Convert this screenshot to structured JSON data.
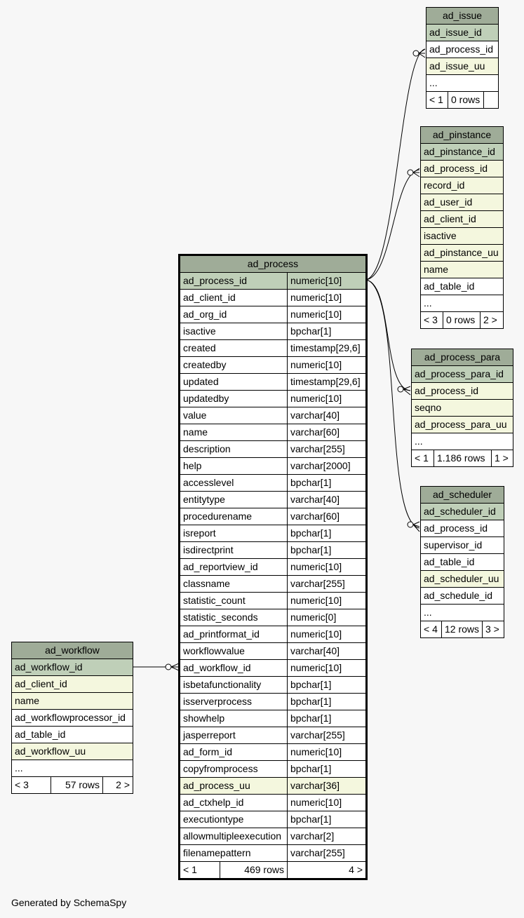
{
  "footer": "Generated by SchemaSpy",
  "tables": {
    "ad_issue": {
      "title": "ad_issue",
      "rows": [
        {
          "name": "ad_issue_id",
          "kind": "pk"
        },
        {
          "name": "ad_process_id",
          "kind": "plain"
        },
        {
          "name": "ad_issue_uu",
          "kind": "fk"
        },
        {
          "name": "...",
          "kind": "plain"
        }
      ],
      "footer": {
        "left": "< 1",
        "mid": "0 rows",
        "right": ""
      }
    },
    "ad_pinstance": {
      "title": "ad_pinstance",
      "rows": [
        {
          "name": "ad_pinstance_id",
          "kind": "pk"
        },
        {
          "name": "ad_process_id",
          "kind": "fk"
        },
        {
          "name": "record_id",
          "kind": "fk"
        },
        {
          "name": "ad_user_id",
          "kind": "fk"
        },
        {
          "name": "ad_client_id",
          "kind": "fk"
        },
        {
          "name": "isactive",
          "kind": "fk"
        },
        {
          "name": "ad_pinstance_uu",
          "kind": "fk"
        },
        {
          "name": "name",
          "kind": "fk"
        },
        {
          "name": "ad_table_id",
          "kind": "plain"
        },
        {
          "name": "...",
          "kind": "plain"
        }
      ],
      "footer": {
        "left": "< 3",
        "mid": "0 rows",
        "right": "2 >"
      }
    },
    "ad_process_para": {
      "title": "ad_process_para",
      "rows": [
        {
          "name": "ad_process_para_id",
          "kind": "pk"
        },
        {
          "name": "ad_process_id",
          "kind": "fk"
        },
        {
          "name": "seqno",
          "kind": "fk"
        },
        {
          "name": "ad_process_para_uu",
          "kind": "fk"
        },
        {
          "name": "...",
          "kind": "plain"
        }
      ],
      "footer": {
        "left": "< 1",
        "mid": "1.186 rows",
        "right": "1 >"
      }
    },
    "ad_scheduler": {
      "title": "ad_scheduler",
      "rows": [
        {
          "name": "ad_scheduler_id",
          "kind": "pk"
        },
        {
          "name": "ad_process_id",
          "kind": "plain"
        },
        {
          "name": "supervisor_id",
          "kind": "plain"
        },
        {
          "name": "ad_table_id",
          "kind": "plain"
        },
        {
          "name": "ad_scheduler_uu",
          "kind": "fk"
        },
        {
          "name": "ad_schedule_id",
          "kind": "plain"
        },
        {
          "name": "...",
          "kind": "plain"
        }
      ],
      "footer": {
        "left": "< 4",
        "mid": "12 rows",
        "right": "3 >"
      }
    },
    "ad_workflow": {
      "title": "ad_workflow",
      "rows": [
        {
          "name": "ad_workflow_id",
          "kind": "pk"
        },
        {
          "name": "ad_client_id",
          "kind": "fk"
        },
        {
          "name": "name",
          "kind": "fk"
        },
        {
          "name": "ad_workflowprocessor_id",
          "kind": "plain"
        },
        {
          "name": "ad_table_id",
          "kind": "plain"
        },
        {
          "name": "ad_workflow_uu",
          "kind": "fk"
        },
        {
          "name": "...",
          "kind": "plain"
        }
      ],
      "footer": {
        "left": "< 3",
        "mid": "57 rows",
        "right": "2 >"
      }
    },
    "ad_process": {
      "title": "ad_process",
      "rows": [
        {
          "name": "ad_process_id",
          "type": "numeric[10]",
          "kind": "pk"
        },
        {
          "name": "ad_client_id",
          "type": "numeric[10]",
          "kind": "plain"
        },
        {
          "name": "ad_org_id",
          "type": "numeric[10]",
          "kind": "plain"
        },
        {
          "name": "isactive",
          "type": "bpchar[1]",
          "kind": "plain"
        },
        {
          "name": "created",
          "type": "timestamp[29,6]",
          "kind": "plain"
        },
        {
          "name": "createdby",
          "type": "numeric[10]",
          "kind": "plain"
        },
        {
          "name": "updated",
          "type": "timestamp[29,6]",
          "kind": "plain"
        },
        {
          "name": "updatedby",
          "type": "numeric[10]",
          "kind": "plain"
        },
        {
          "name": "value",
          "type": "varchar[40]",
          "kind": "plain"
        },
        {
          "name": "name",
          "type": "varchar[60]",
          "kind": "plain"
        },
        {
          "name": "description",
          "type": "varchar[255]",
          "kind": "plain"
        },
        {
          "name": "help",
          "type": "varchar[2000]",
          "kind": "plain"
        },
        {
          "name": "accesslevel",
          "type": "bpchar[1]",
          "kind": "plain"
        },
        {
          "name": "entitytype",
          "type": "varchar[40]",
          "kind": "plain"
        },
        {
          "name": "procedurename",
          "type": "varchar[60]",
          "kind": "plain"
        },
        {
          "name": "isreport",
          "type": "bpchar[1]",
          "kind": "plain"
        },
        {
          "name": "isdirectprint",
          "type": "bpchar[1]",
          "kind": "plain"
        },
        {
          "name": "ad_reportview_id",
          "type": "numeric[10]",
          "kind": "plain"
        },
        {
          "name": "classname",
          "type": "varchar[255]",
          "kind": "plain"
        },
        {
          "name": "statistic_count",
          "type": "numeric[10]",
          "kind": "plain"
        },
        {
          "name": "statistic_seconds",
          "type": "numeric[0]",
          "kind": "plain"
        },
        {
          "name": "ad_printformat_id",
          "type": "numeric[10]",
          "kind": "plain"
        },
        {
          "name": "workflowvalue",
          "type": "varchar[40]",
          "kind": "plain"
        },
        {
          "name": "ad_workflow_id",
          "type": "numeric[10]",
          "kind": "plain"
        },
        {
          "name": "isbetafunctionality",
          "type": "bpchar[1]",
          "kind": "plain"
        },
        {
          "name": "isserverprocess",
          "type": "bpchar[1]",
          "kind": "plain"
        },
        {
          "name": "showhelp",
          "type": "bpchar[1]",
          "kind": "plain"
        },
        {
          "name": "jasperreport",
          "type": "varchar[255]",
          "kind": "plain"
        },
        {
          "name": "ad_form_id",
          "type": "numeric[10]",
          "kind": "plain"
        },
        {
          "name": "copyfromprocess",
          "type": "bpchar[1]",
          "kind": "plain"
        },
        {
          "name": "ad_process_uu",
          "type": "varchar[36]",
          "kind": "fk"
        },
        {
          "name": "ad_ctxhelp_id",
          "type": "numeric[10]",
          "kind": "plain"
        },
        {
          "name": "executiontype",
          "type": "bpchar[1]",
          "kind": "plain"
        },
        {
          "name": "allowmultipleexecution",
          "type": "varchar[2]",
          "kind": "plain"
        },
        {
          "name": "filenamepattern",
          "type": "varchar[255]",
          "kind": "plain"
        }
      ],
      "footer": {
        "left": "< 1",
        "mid": "469 rows",
        "right": "4 >"
      }
    }
  }
}
